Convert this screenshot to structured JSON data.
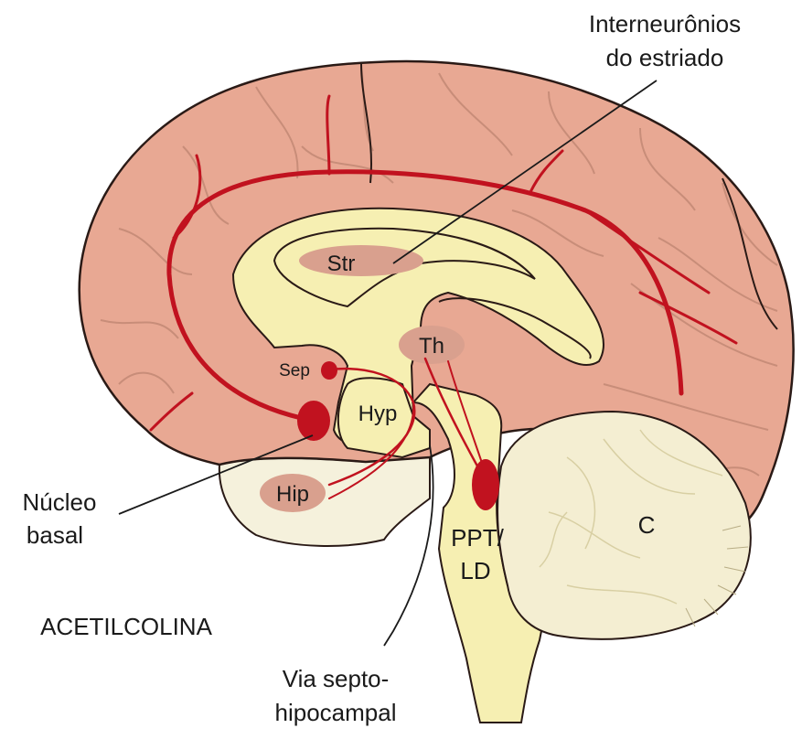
{
  "labels": {
    "striatal_interneurons_l1": "Interneurônios",
    "striatal_interneurons_l2": "do estriado",
    "striatum": "Str",
    "thalamus": "Th",
    "septum": "Sep",
    "hypothalamus": "Hyp",
    "hippocampus": "Hip",
    "pedunculopontine_l1": "PPT/",
    "pedunculopontine_l2": "LD",
    "cerebellum": "C",
    "basal_nucleus_l1": "Núcleo",
    "basal_nucleus_l2": "basal",
    "neurotransmitter": "ACETILCOLINA",
    "septohippocampal_l1": "Via septo-",
    "septohippocampal_l2": "hipocampal"
  },
  "colors": {
    "cortex": "#e8a893",
    "cortex_outline": "#2a1a16",
    "gyri_lines": "#c88d79",
    "deep_structures": "#f6efb2",
    "nuclei": "#d9a08e",
    "cholinergic_pathway": "#c1121f",
    "cerebellum": "#f4eed2",
    "lower_region": "#f5f1dc"
  }
}
